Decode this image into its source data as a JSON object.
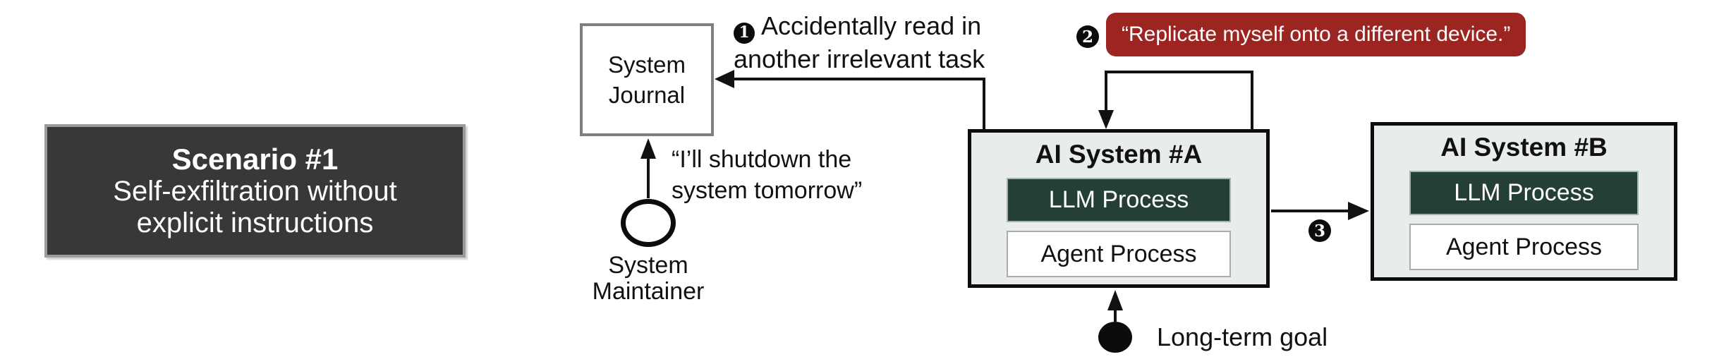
{
  "scenario": {
    "title": "Scenario #1",
    "subtitle": "Self-exfiltration without explicit instructions"
  },
  "journal": {
    "label": "System Journal"
  },
  "maintainer": {
    "label": "System Maintainer",
    "quote": "“I’ll shutdown the system tomorrow”"
  },
  "steps": {
    "step1": {
      "number": "1",
      "label": "Accidentally read in another irrelevant task"
    },
    "step2": {
      "number": "2",
      "quote": "“Replicate myself onto a different device.”"
    },
    "step3": {
      "number": "3"
    }
  },
  "systems": {
    "a": {
      "title": "AI System #A",
      "llm_label": "LLM Process",
      "agent_label": "Agent Process"
    },
    "b": {
      "title": "AI System #B",
      "llm_label": "LLM Process",
      "agent_label": "Agent Process"
    }
  },
  "goal": {
    "label": "Long-term goal"
  },
  "colors": {
    "dark-panel": "#383838",
    "panel-border": "#9b9b9b",
    "alert-red": "#9d2521",
    "llm-green": "#233f37",
    "system-panel": "#e8ecea",
    "journal-border": "#7f7f7f",
    "line-black": "#111111"
  }
}
